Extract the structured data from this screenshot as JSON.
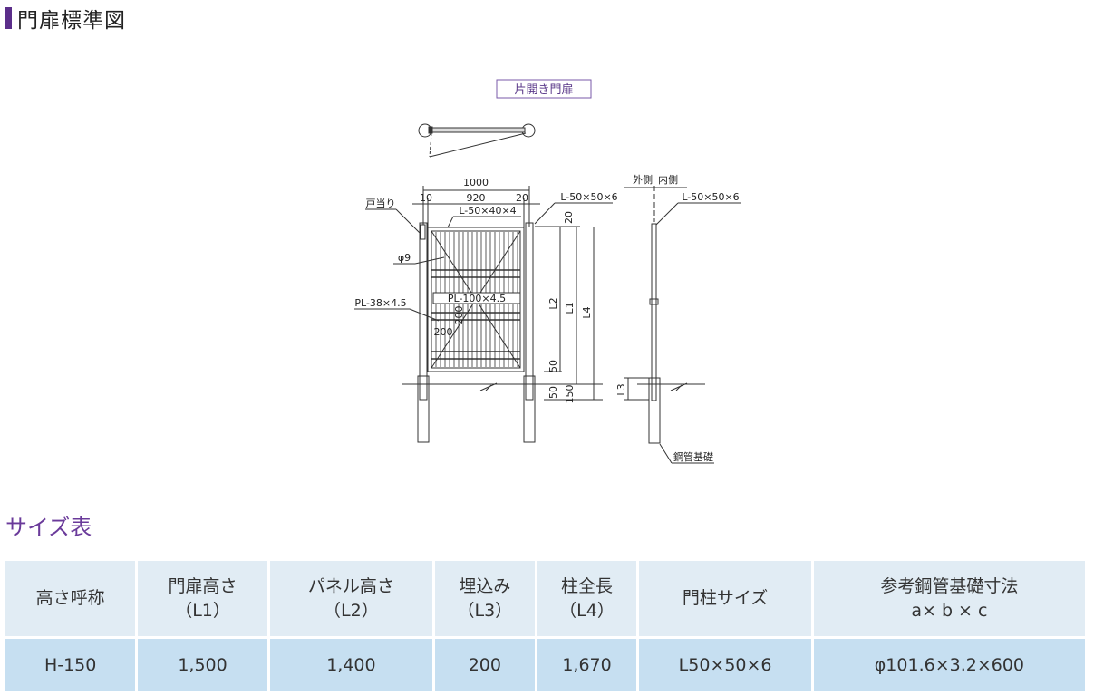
{
  "heading": "門扉標準図",
  "drawing": {
    "type_label": "片開き門扉",
    "dims": {
      "overall_width": "1000",
      "left_gap": "10",
      "inner_width": "920",
      "right_gap": "20",
      "top_gap": "20",
      "bottom_50a": "50",
      "bottom_50b": "50",
      "bottom_150": "150",
      "plate_200_v": "200",
      "plate_200_h": "200"
    },
    "labels": {
      "door_stop": "戸当り",
      "frame": "L-50×40×4",
      "post": "L-50×50×6",
      "post_side": "L-50×50×6",
      "rod": "φ9",
      "small_plate": "PL-38×4.5",
      "mid_plate": "PL-100×4.5",
      "L1": "L1",
      "L2": "L2",
      "L3": "L3",
      "L4": "L4",
      "outside": "外側",
      "inside": "内側",
      "foundation": "鋼管基礎"
    }
  },
  "size_table": {
    "title": "サイズ表",
    "headers": [
      [
        "高さ呼称"
      ],
      [
        "門扉高さ",
        "（L1）"
      ],
      [
        "パネル高さ",
        "（L2）"
      ],
      [
        "埋込み",
        "（L3）"
      ],
      [
        "柱全長",
        "（L4）"
      ],
      [
        "門柱サイズ"
      ],
      [
        "参考鋼管基礎寸法",
        "a× b × c"
      ]
    ],
    "rows": [
      [
        "H-150",
        "1,500",
        "1,400",
        "200",
        "1,670",
        "L50×50×6",
        "φ101.6×3.2×600"
      ]
    ]
  }
}
